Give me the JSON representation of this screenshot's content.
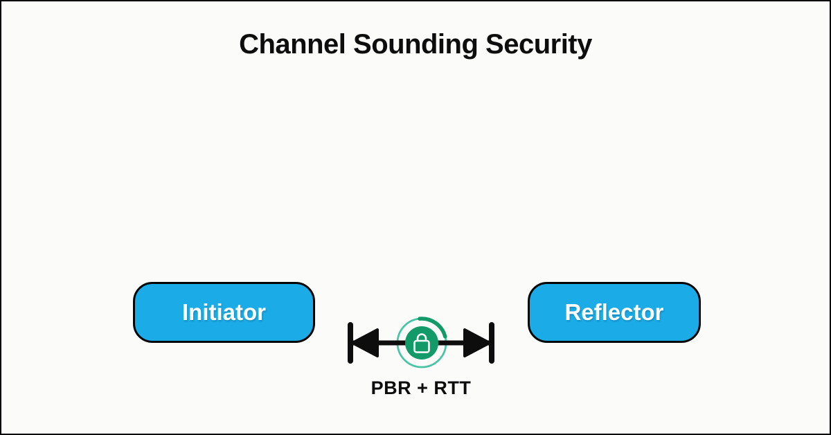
{
  "page": {
    "title": "Channel Sounding Security",
    "colors": {
      "background": "#FBFBFA",
      "border": "#000000",
      "title_text": "#0D0D0D"
    }
  },
  "diagram": {
    "nodes": [
      {
        "id": "initiator",
        "label": "Initiator"
      },
      {
        "id": "reflector",
        "label": "Reflector"
      }
    ],
    "link": {
      "label": "PBR + RTT",
      "icon": "lock-icon",
      "arrow_style": "double-headed-measurement-arrow"
    },
    "colors": {
      "node_fill": "#1BACE8",
      "node_border": "#050505",
      "node_text": "#FFFFFF",
      "arrow": "#0D0D0D",
      "lock_circle": "#129A68",
      "lock_ring": "#49C5A6",
      "label_text": "#0D0D0D"
    }
  }
}
